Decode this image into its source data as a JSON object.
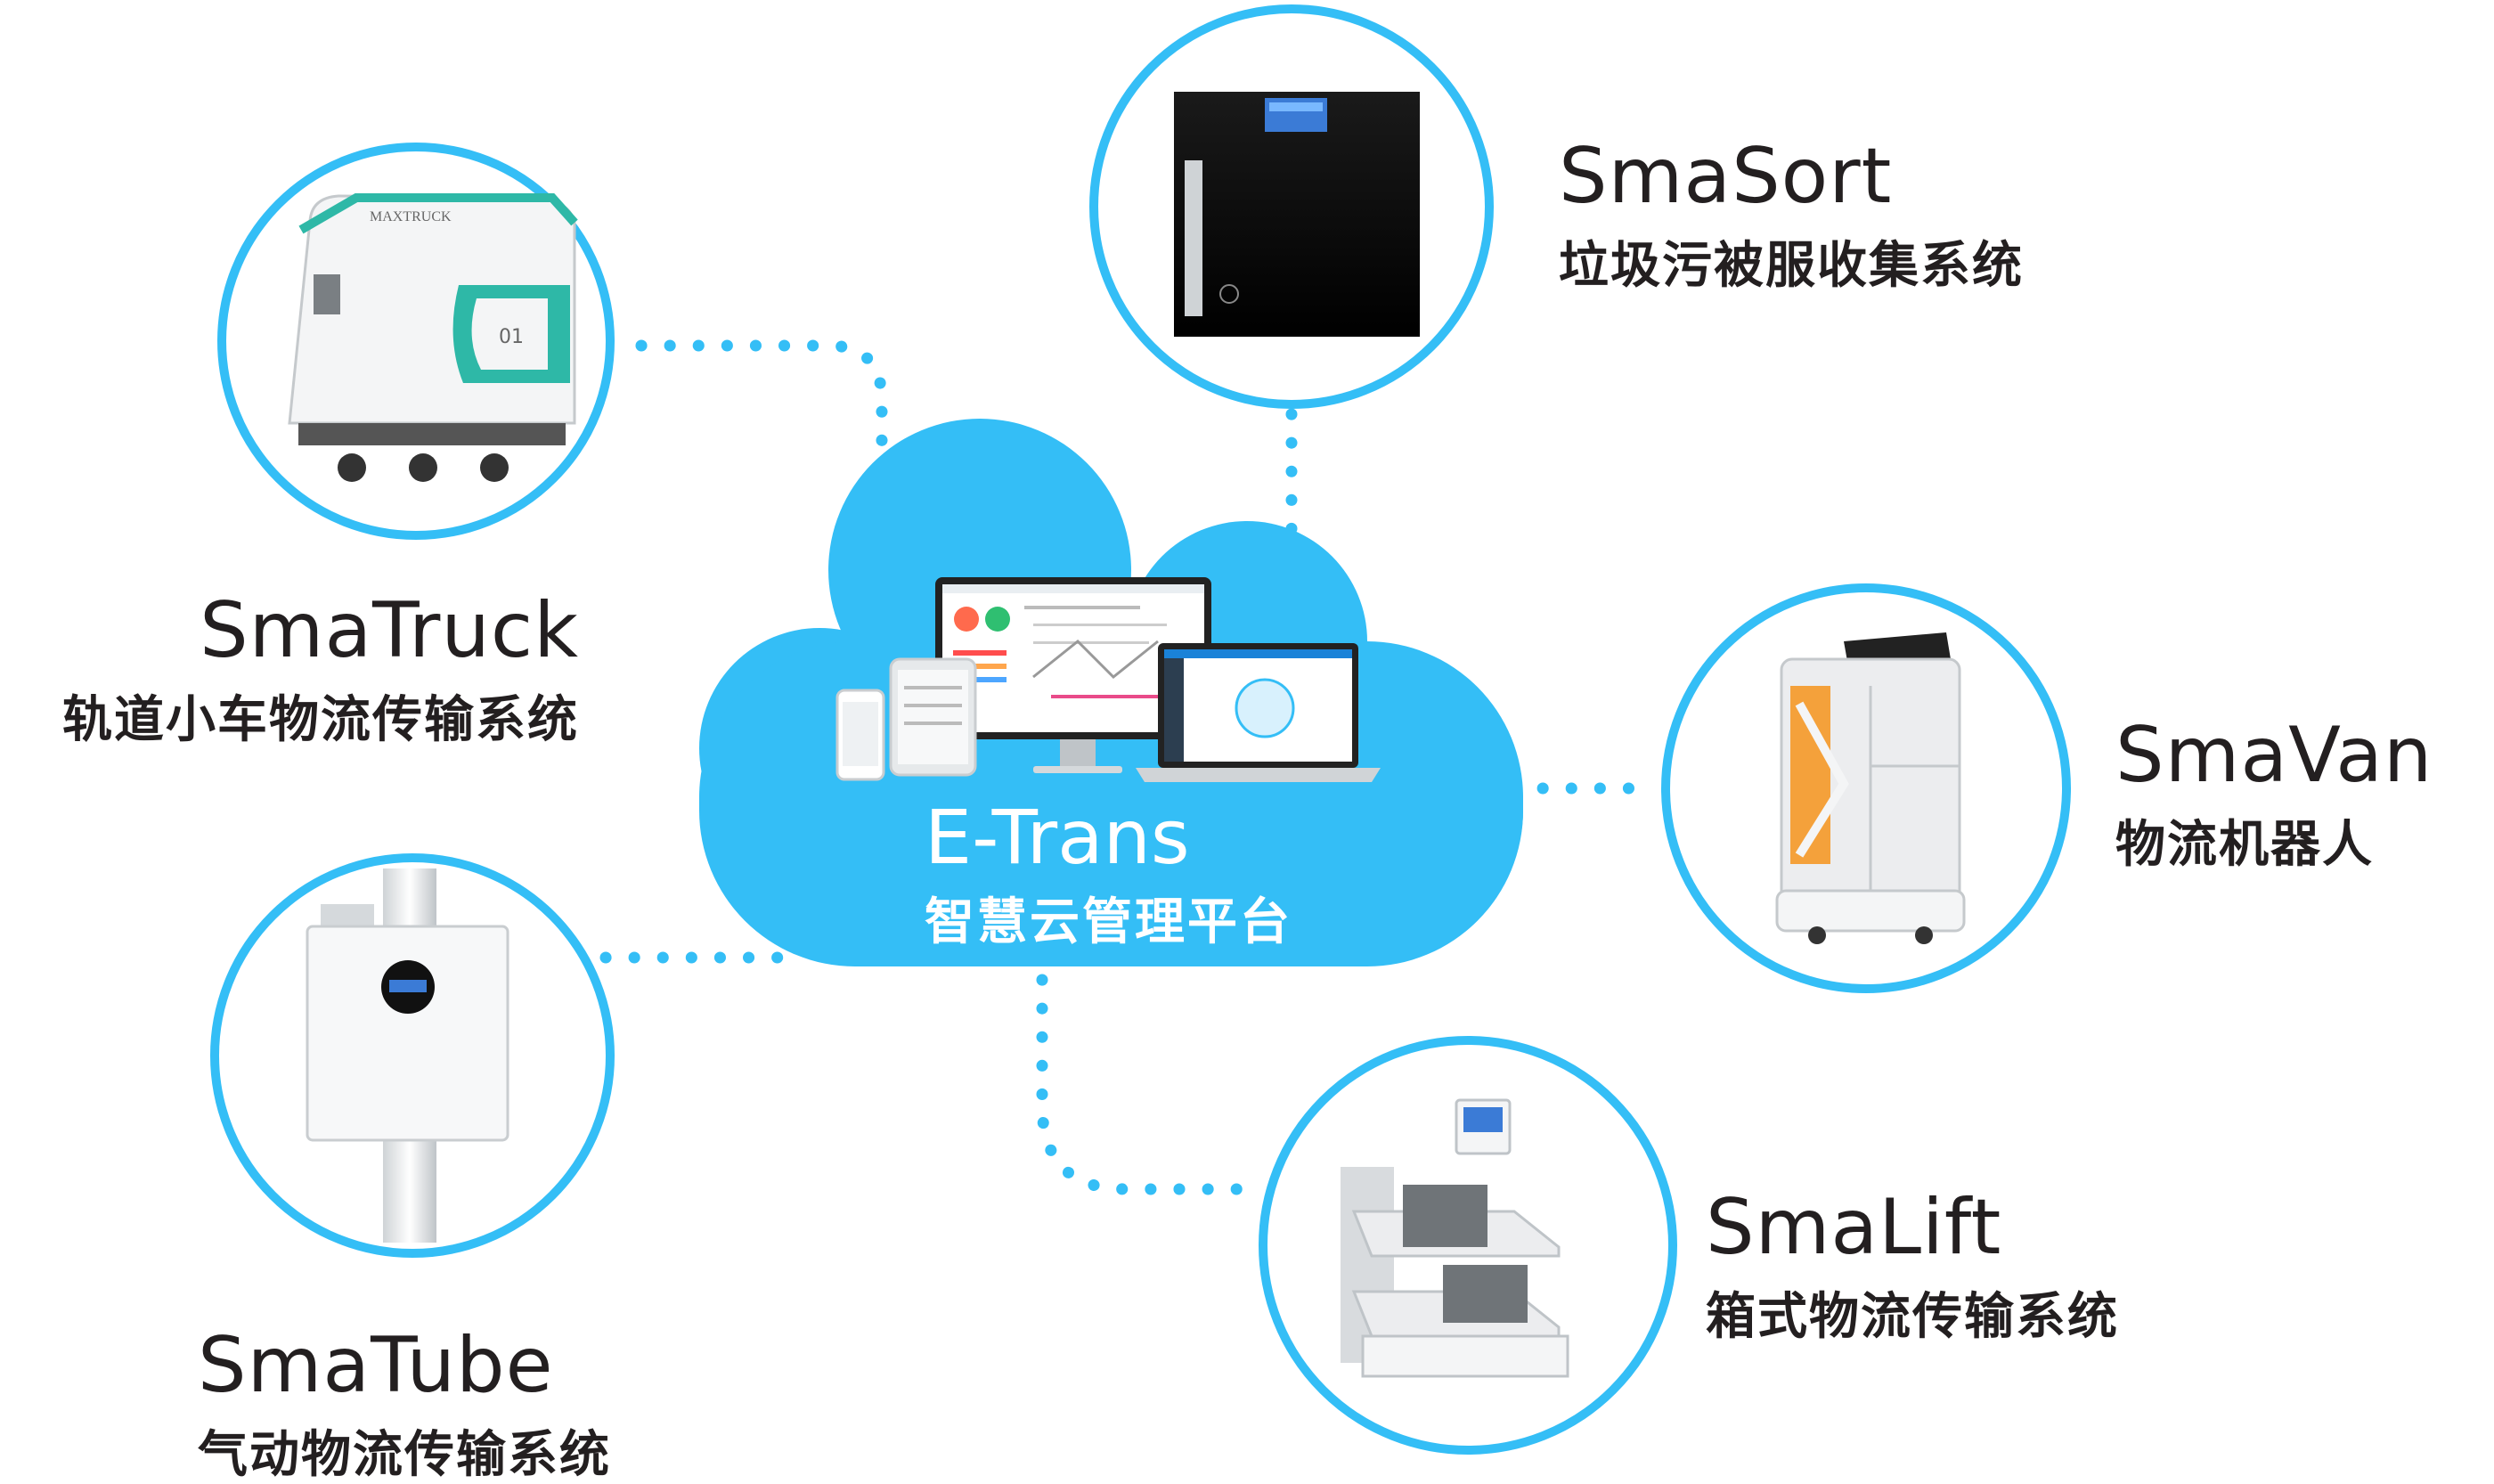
{
  "colors": {
    "accent": "#34bef6",
    "text": "#231f20",
    "cloud_text": "#ffffff"
  },
  "center": {
    "name": "E-Trans",
    "subtitle": "智慧云管理平台",
    "icon": "dashboard-devices-icon"
  },
  "nodes": [
    {
      "id": "smatruck",
      "name": "SmaTruck",
      "subtitle": "轨道小车物流传输系统",
      "icon": "rail-cart-icon"
    },
    {
      "id": "smasort",
      "name": "SmaSort",
      "subtitle": "垃圾污被服收集系统",
      "icon": "collection-cabinet-icon"
    },
    {
      "id": "smavan",
      "name": "SmaVan",
      "subtitle": "物流机器人",
      "icon": "delivery-robot-icon"
    },
    {
      "id": "smatube",
      "name": "SmaTube",
      "subtitle": "气动物流传输系统",
      "icon": "pneumatic-station-icon"
    },
    {
      "id": "smalift",
      "name": "SmaLift",
      "subtitle": "箱式物流传输系统",
      "icon": "box-lift-icon"
    }
  ],
  "product_marks": {
    "truck_brand": "MAXTRUCK",
    "truck_number": "01"
  }
}
